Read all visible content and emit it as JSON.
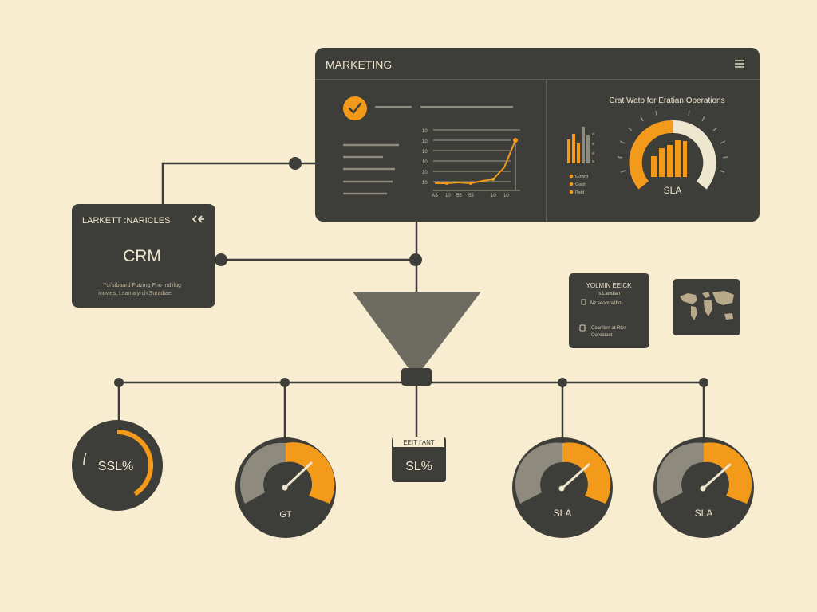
{
  "colors": {
    "background": "#f8edd0",
    "panel": "#3d3d39",
    "accent": "#f39a1b",
    "muted": "#8e8a7d",
    "line": "#3d3d39",
    "light_text": "#efe6cf"
  },
  "marketing_panel": {
    "title": "MARKETING",
    "menu_icon": "hamburger-menu-icon",
    "check_icon": "check-circle-icon",
    "line_chart_ticks": [
      "10",
      "10",
      "10",
      "10",
      "10",
      "10"
    ],
    "line_chart_xlabels": [
      "AS",
      "10",
      "55",
      "55",
      "10",
      "10"
    ],
    "right_title": "Crat Wato for Eratian Operations",
    "legend": [
      "Gowrd",
      "Gwot",
      "Patd"
    ],
    "gauge_label": "SLA"
  },
  "crm_card": {
    "header": "LARKETT :NARICLES",
    "header_icon": "chevrons-icon",
    "title": "CRM",
    "description_1": "Yui'stbaard Ftazing Pho mdlilug",
    "description_2": "inovies, Lsamalyrch Suradiae."
  },
  "small_card": {
    "title": "YOLMIN EEICK",
    "subtitle": "Is.Lawdlan",
    "item_1": "Aiz seomra'tho",
    "item_2_a": "Coanlien at Rter",
    "item_2_b": "Oarealaet"
  },
  "map_card": {
    "icon": "world-map-icon"
  },
  "bottom": {
    "ssl_dial": "SSL%",
    "gauge_gt": "GT",
    "box_header": "EEIT I'ANT",
    "box_value": "SL%",
    "gauge_sla_1": "SLA",
    "gauge_sla_2": "SLA"
  }
}
